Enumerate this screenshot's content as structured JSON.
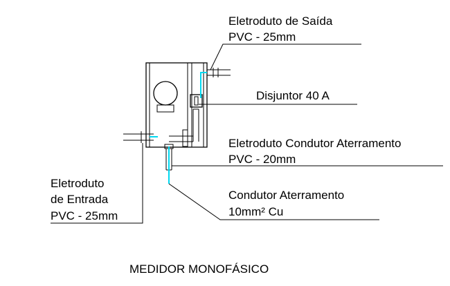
{
  "labels": {
    "saida_line1": "Eletroduto de Saída",
    "saida_line2": "PVC - 25mm",
    "disjuntor": "Disjuntor 40 A",
    "aterramento_line1": "Eletroduto Condutor Aterramento",
    "aterramento_line2": "PVC - 20mm",
    "condutor_line1": "Condutor Aterramento",
    "condutor_line2": "10mm² Cu",
    "entrada_line1": "Eletroduto",
    "entrada_line2": "de Entrada",
    "entrada_line3": "PVC - 25mm"
  },
  "caption": "MEDIDOR MONOFÁSICO",
  "colors": {
    "line": "#000000",
    "conductor": "#00d8f0",
    "background": "#ffffff"
  }
}
